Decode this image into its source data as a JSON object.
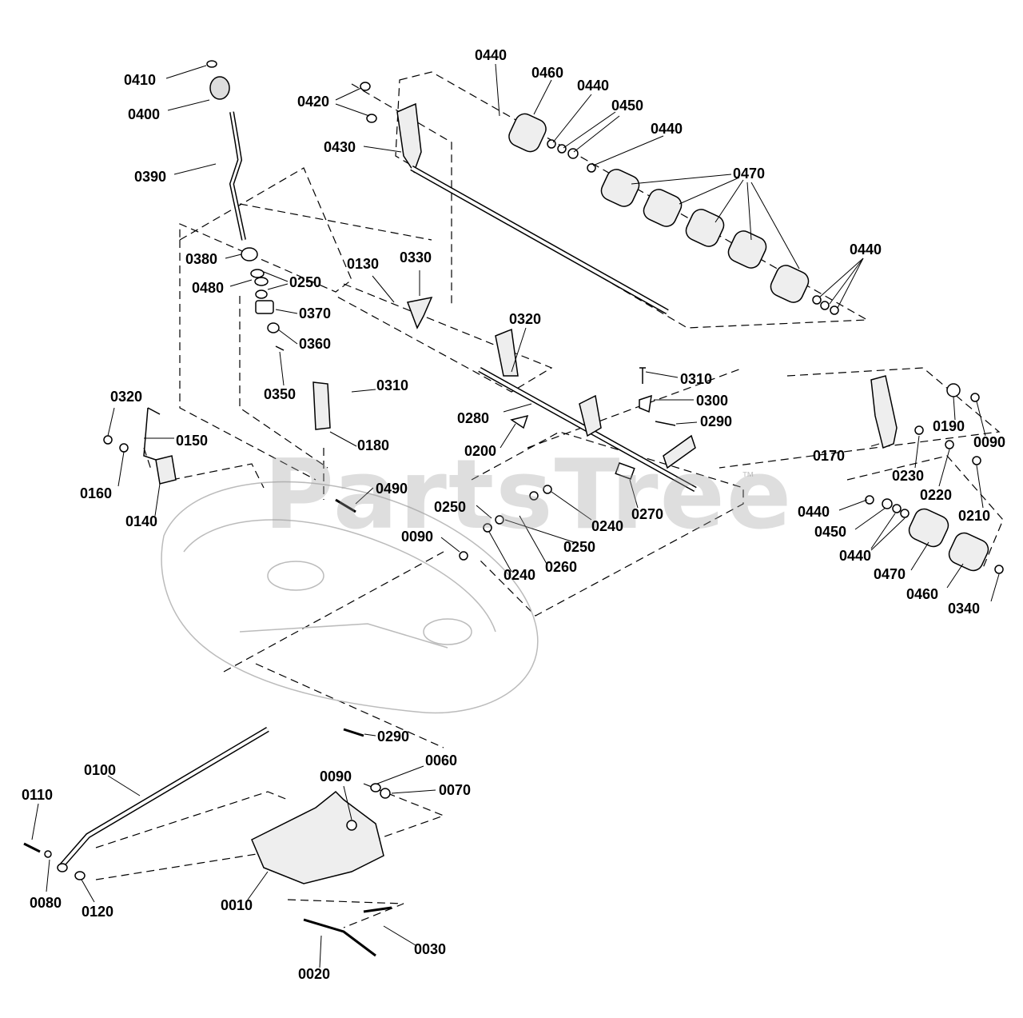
{
  "watermark": {
    "text": "PartsTree",
    "mark": "™"
  },
  "labels": {
    "l0410": "0410",
    "l0400": "0400",
    "l0390": "0390",
    "l0420": "0420",
    "l0430": "0430",
    "l0440a": "0440",
    "l0460a": "0460",
    "l0440b": "0440",
    "l0450a": "0450",
    "l0440c": "0440",
    "l0470a": "0470",
    "l0440d": "0440",
    "l0380": "0380",
    "l0480": "0480",
    "l0250a": "0250",
    "l0370": "0370",
    "l0360": "0360",
    "l0350": "0350",
    "l0130": "0130",
    "l0330": "0330",
    "l0320a": "0320",
    "l0310a": "0310",
    "l0310b": "0310",
    "l0300": "0300",
    "l0290a": "0290",
    "l0280": "0280",
    "l0200": "0200",
    "l0180": "0180",
    "l0320b": "0320",
    "l0150": "0150",
    "l0160": "0160",
    "l0140": "0140",
    "l0490": "0490",
    "l0250b": "0250",
    "l0240a": "0240",
    "l0270": "0270",
    "l0250c": "0250",
    "l0090a": "0090",
    "l0240b": "0240",
    "l0260": "0260",
    "l0170": "0170",
    "l0190": "0190",
    "l0090b": "0090",
    "l0230": "0230",
    "l0220": "0220",
    "l0210": "0210",
    "l0440e": "0440",
    "l0450b": "0450",
    "l0440f": "0440",
    "l0470b": "0470",
    "l0460b": "0460",
    "l0340": "0340",
    "l0290b": "0290",
    "l0100": "0100",
    "l0060": "0060",
    "l0090c": "0090",
    "l0070": "0070",
    "l0110": "0110",
    "l0080": "0080",
    "l0120": "0120",
    "l0010": "0010",
    "l0030": "0030",
    "l0020": "0020"
  }
}
